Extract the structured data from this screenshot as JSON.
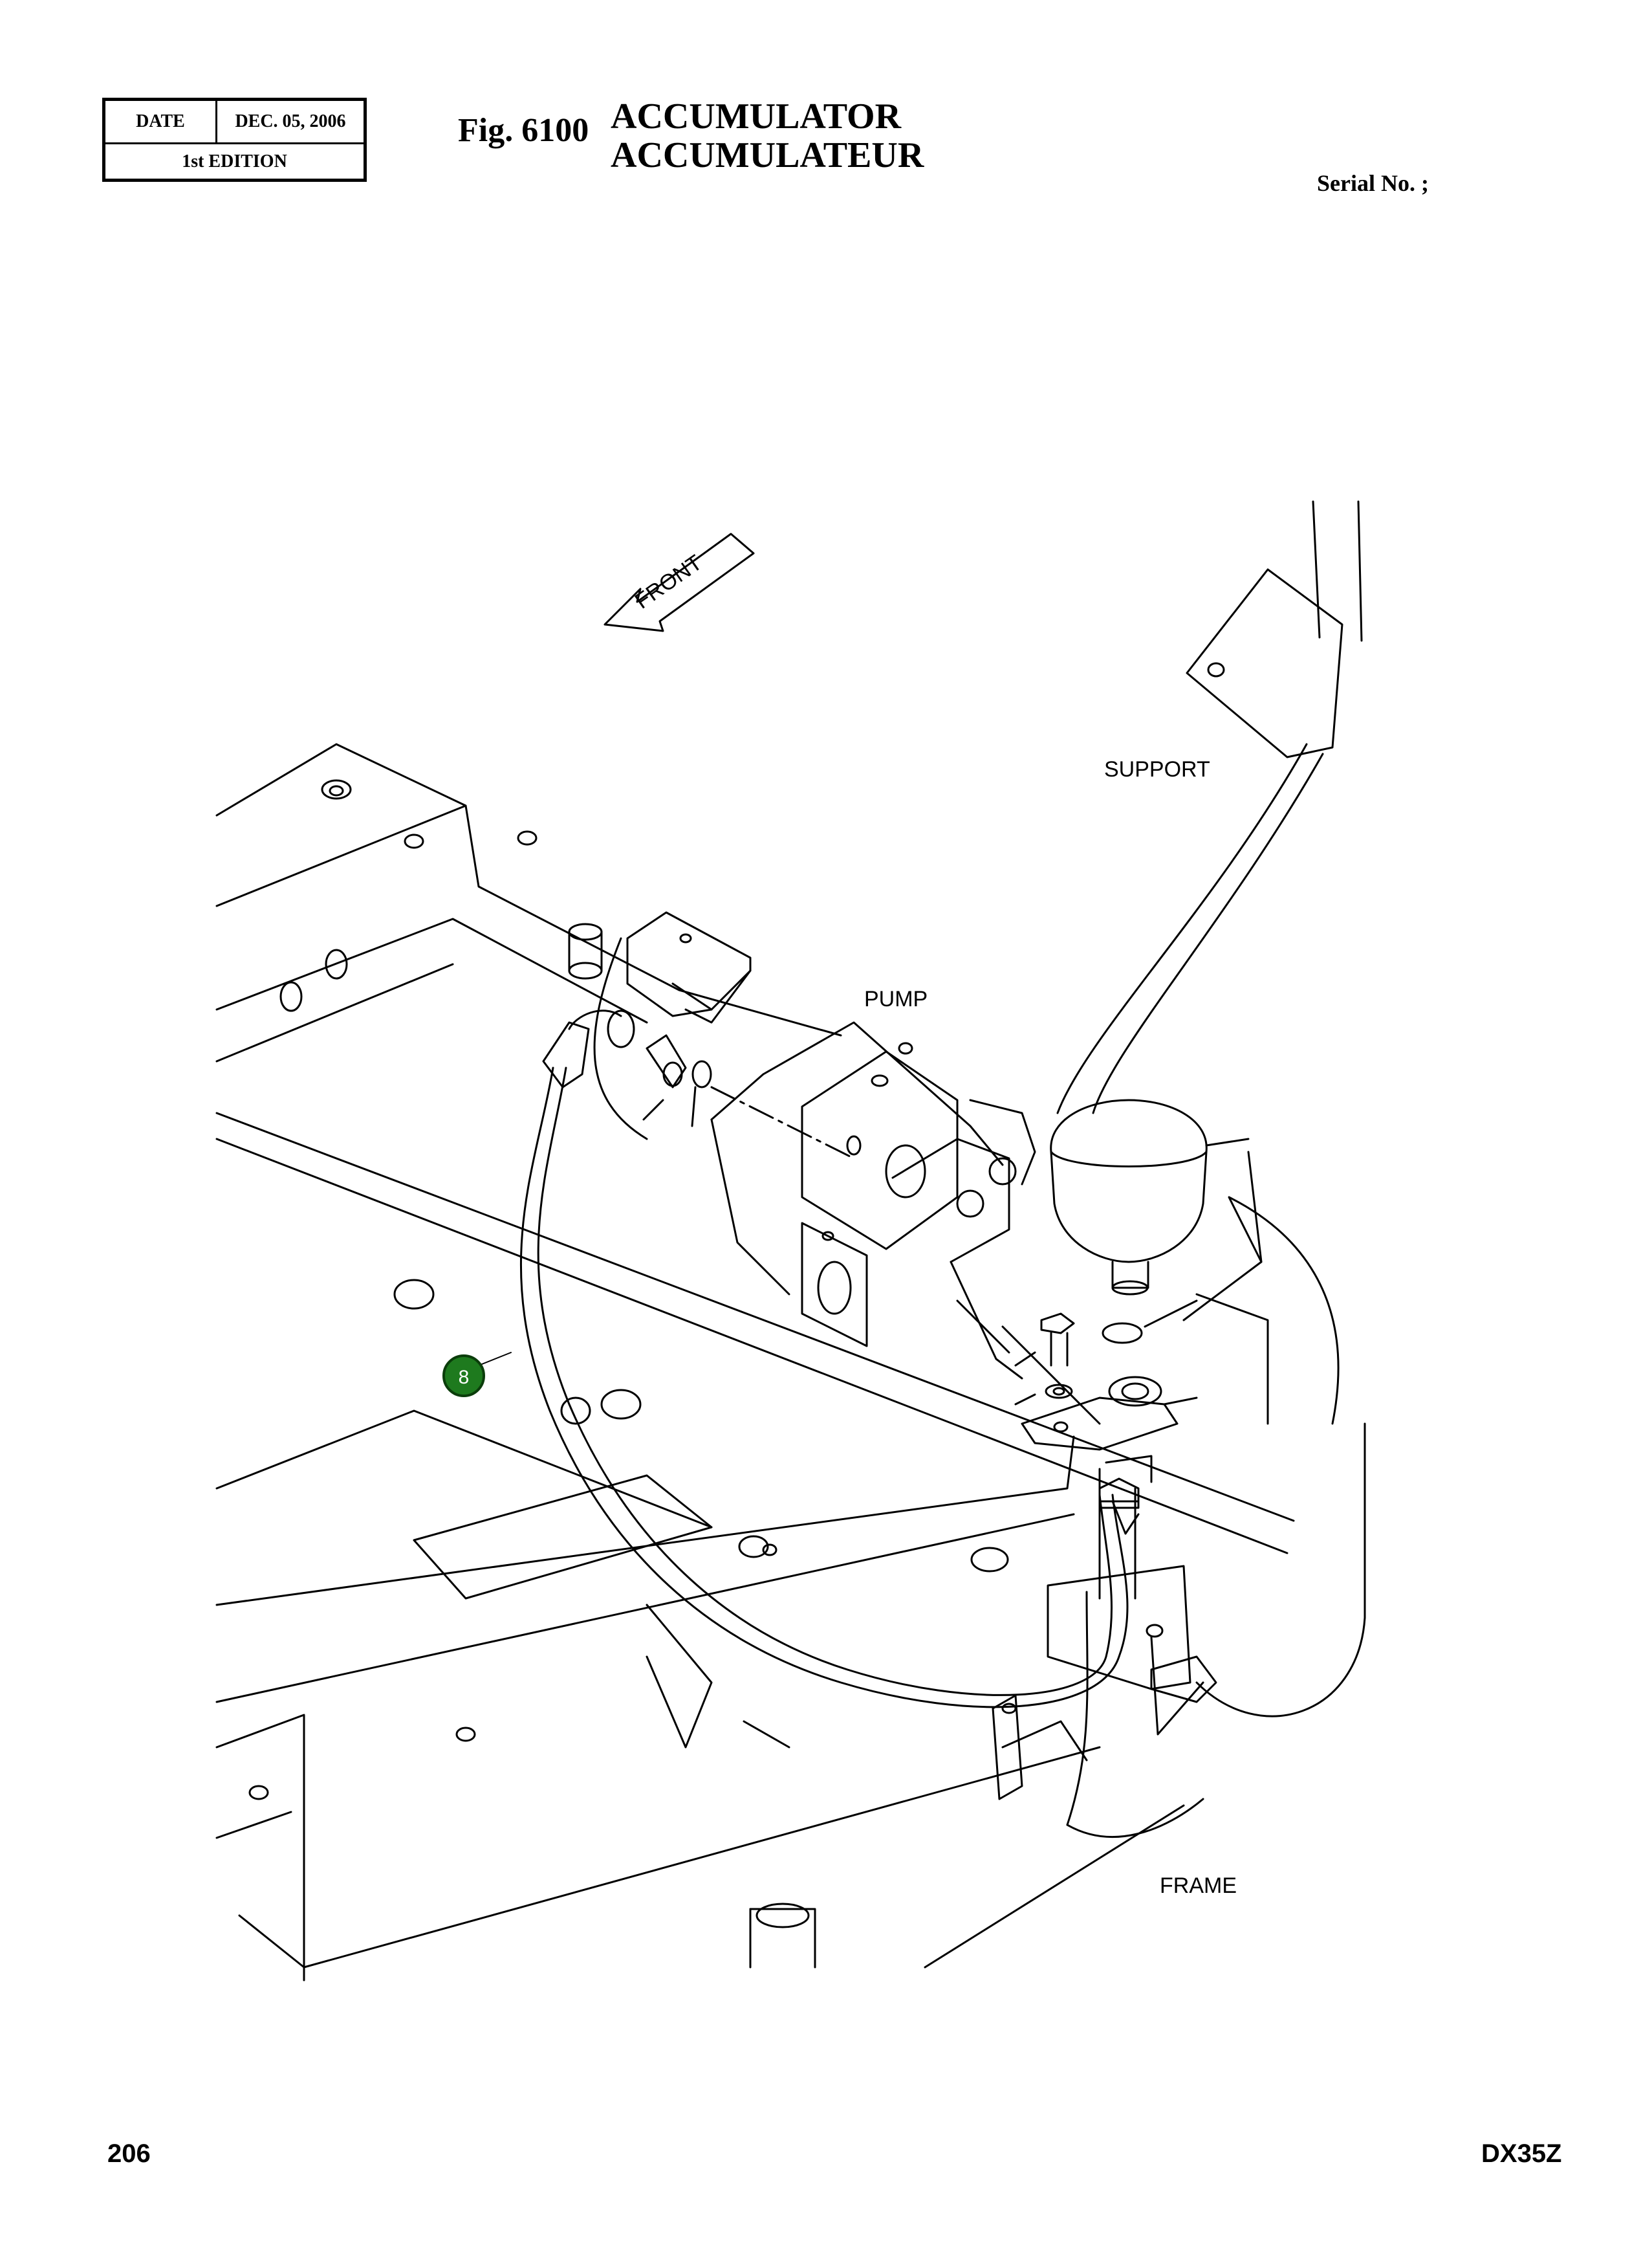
{
  "header": {
    "date_label": "DATE",
    "date_value": "DEC. 05, 2006",
    "edition": "1st EDITION",
    "fig_number": "Fig. 6100",
    "title_en": "ACCUMULATOR",
    "title_fr": "ACCUMULATEUR",
    "serial": "Serial No. ;"
  },
  "diagram": {
    "front_label": "FRONT",
    "labels": {
      "support": "SUPPORT",
      "pump": "PUMP",
      "frame": "FRAME"
    },
    "callout": "8",
    "callout_color": "#1e7a1e"
  },
  "footer": {
    "page": "206",
    "model": "DX35Z"
  }
}
